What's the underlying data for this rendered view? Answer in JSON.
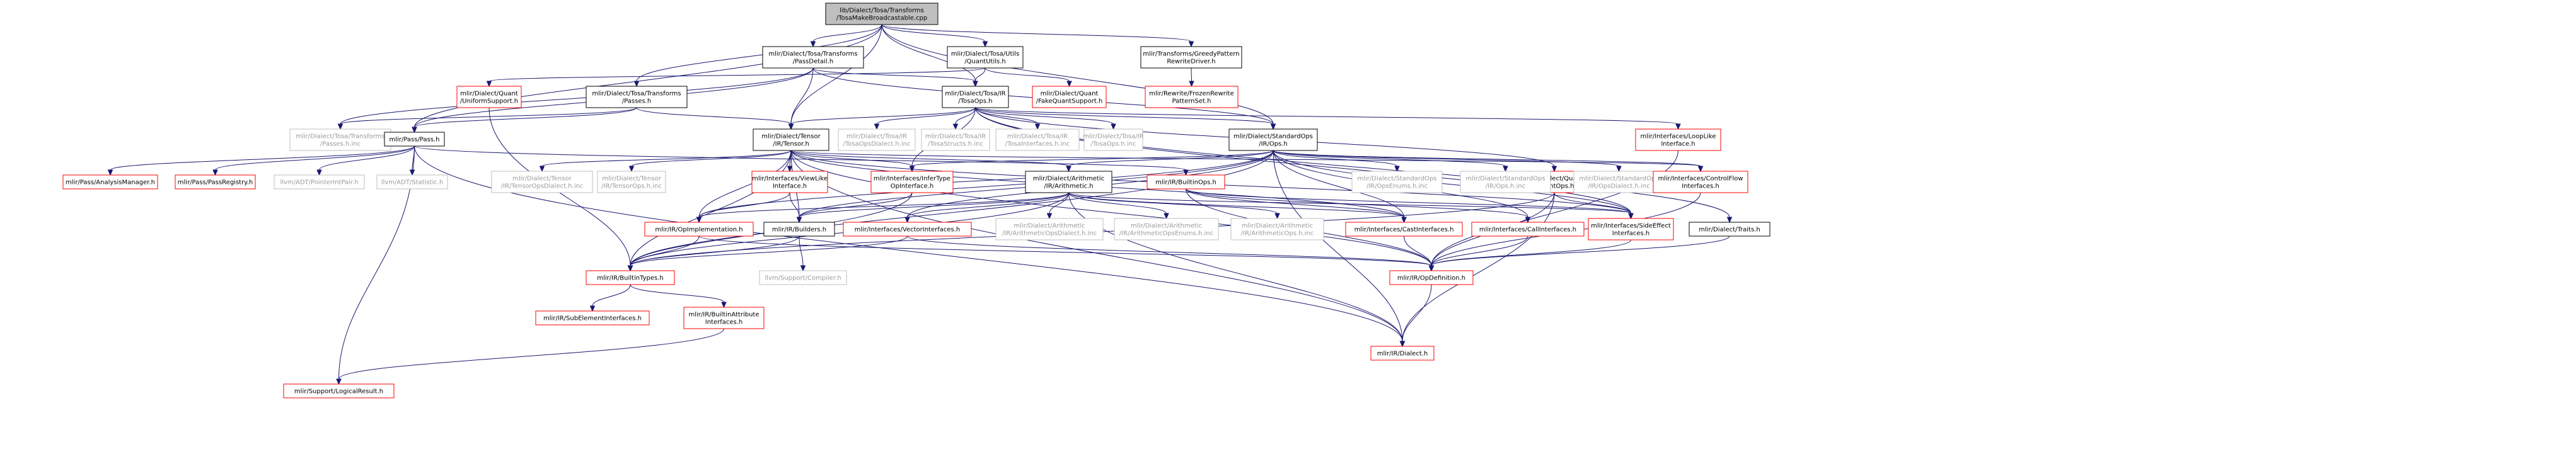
{
  "colors": {
    "edge": "#191970",
    "root_fill": "#bfbfbf",
    "black_border": "#000000",
    "red_border": "#ff0000",
    "gray_border": "#bfbfbf",
    "gray_text": "#9a9a9a",
    "text": "#000000"
  },
  "nodes": [
    {
      "id": "root",
      "lines": [
        "lib/Dialect/Tosa/Transforms",
        "/TosaMakeBroadcastable.cpp"
      ],
      "style": "root"
    },
    {
      "id": "tosa_passdetail",
      "lines": [
        "mlir/Dialect/Tosa/Transforms",
        "/PassDetail.h"
      ],
      "style": "black"
    },
    {
      "id": "tosa_quantutils",
      "lines": [
        "mlir/Dialect/Tosa/Utils",
        "/QuantUtils.h"
      ],
      "style": "black"
    },
    {
      "id": "greedy_rewrite",
      "lines": [
        "mlir/Transforms/GreedyPattern",
        "RewriteDriver.h"
      ],
      "style": "black"
    },
    {
      "id": "quant_uniform",
      "lines": [
        "mlir/Dialect/Quant",
        "/UniformSupport.h"
      ],
      "style": "red"
    },
    {
      "id": "tosa_passes",
      "lines": [
        "mlir/Dialect/Tosa/Transforms",
        "/Passes.h"
      ],
      "style": "black"
    },
    {
      "id": "tosa_ops",
      "lines": [
        "mlir/Dialect/Tosa/IR",
        "/TosaOps.h"
      ],
      "style": "black"
    },
    {
      "id": "quant_fake",
      "lines": [
        "mlir/Dialect/Quant",
        "/FakeQuantSupport.h"
      ],
      "style": "red"
    },
    {
      "id": "frozen_rewrite",
      "lines": [
        "mlir/Rewrite/FrozenRewrite",
        "PatternSet.h"
      ],
      "style": "red"
    },
    {
      "id": "tosa_passes_inc",
      "lines": [
        "mlir/Dialect/Tosa/Transforms",
        "/Passes.h.inc"
      ],
      "style": "gray"
    },
    {
      "id": "pass_pass",
      "lines": [
        "mlir/Pass/Pass.h"
      ],
      "style": "black"
    },
    {
      "id": "tensor_ir",
      "lines": [
        "mlir/Dialect/Tensor",
        "/IR/Tensor.h"
      ],
      "style": "black"
    },
    {
      "id": "tosa_opsdialect_inc",
      "lines": [
        "mlir/Dialect/Tosa/IR",
        "/TosaOpsDialect.h.inc"
      ],
      "style": "gray"
    },
    {
      "id": "tosa_structs_inc",
      "lines": [
        "mlir/Dialect/Tosa/IR",
        "/TosaStructs.h.inc"
      ],
      "style": "gray"
    },
    {
      "id": "tosa_interfaces_inc",
      "lines": [
        "mlir/Dialect/Tosa/IR",
        "/TosaInterfaces.h.inc"
      ],
      "style": "gray"
    },
    {
      "id": "tosa_ops_inc",
      "lines": [
        "mlir/Dialect/Tosa/IR",
        "/TosaOps.h.inc"
      ],
      "style": "gray"
    },
    {
      "id": "std_ops",
      "lines": [
        "mlir/Dialect/StandardOps",
        "/IR/Ops.h"
      ],
      "style": "black"
    },
    {
      "id": "quant_ops",
      "lines": [
        "mlir/Dialect/Quant",
        "/QuantOps.h"
      ],
      "style": "red"
    },
    {
      "id": "loop_like",
      "lines": [
        "mlir/Interfaces/LoopLike",
        "Interface.h"
      ],
      "style": "red"
    },
    {
      "id": "analysis_manager",
      "lines": [
        "mlir/Pass/AnalysisManager.h"
      ],
      "style": "red"
    },
    {
      "id": "pass_registry",
      "lines": [
        "mlir/Pass/PassRegistry.h"
      ],
      "style": "red"
    },
    {
      "id": "pointer_int_pair",
      "lines": [
        "llvm/ADT/PointerIntPair.h"
      ],
      "style": "gray"
    },
    {
      "id": "adt_statistic",
      "lines": [
        "llvm/ADT/Statistic.h"
      ],
      "style": "gray"
    },
    {
      "id": "tensor_opsdialect_inc",
      "lines": [
        "mlir/Dialect/Tensor",
        "/IR/TensorOpsDialect.h.inc"
      ],
      "style": "gray"
    },
    {
      "id": "tensor_ops_inc",
      "lines": [
        "mlir/Dialect/Tensor",
        "/IR/TensorOps.h.inc"
      ],
      "style": "gray"
    },
    {
      "id": "view_like",
      "lines": [
        "mlir/Interfaces/ViewLike",
        "Interface.h"
      ],
      "style": "red"
    },
    {
      "id": "infer_type",
      "lines": [
        "mlir/Interfaces/InferType",
        "OpInterface.h"
      ],
      "style": "red"
    },
    {
      "id": "arith",
      "lines": [
        "mlir/Dialect/Arithmetic",
        "/IR/Arithmetic.h"
      ],
      "style": "black"
    },
    {
      "id": "builtin_ops",
      "lines": [
        "mlir/IR/BuiltinOps.h"
      ],
      "style": "red"
    },
    {
      "id": "std_opsenums_inc",
      "lines": [
        "mlir/Dialect/StandardOps",
        "/IR/OpsEnums.h.inc"
      ],
      "style": "gray"
    },
    {
      "id": "std_ops_inc",
      "lines": [
        "mlir/Dialect/StandardOps",
        "/IR/Ops.h.inc"
      ],
      "style": "gray"
    },
    {
      "id": "std_opsdialect_inc",
      "lines": [
        "mlir/Dialect/StandardOps",
        "/IR/OpsDialect.h.inc"
      ],
      "style": "gray"
    },
    {
      "id": "control_flow",
      "lines": [
        "mlir/Interfaces/ControlFlow",
        "Interfaces.h"
      ],
      "style": "red"
    },
    {
      "id": "side_effect",
      "lines": [
        "mlir/Interfaces/SideEffect",
        "Interfaces.h"
      ],
      "style": "red"
    },
    {
      "id": "dialect_traits",
      "lines": [
        "mlir/Dialect/Traits.h"
      ],
      "style": "black"
    },
    {
      "id": "op_implementation",
      "lines": [
        "mlir/IR/OpImplementation.h"
      ],
      "style": "red"
    },
    {
      "id": "ir_builders",
      "lines": [
        "mlir/IR/Builders.h"
      ],
      "style": "black"
    },
    {
      "id": "vector_interfaces",
      "lines": [
        "mlir/Interfaces/VectorInterfaces.h"
      ],
      "style": "red"
    },
    {
      "id": "arith_opsdialect_inc",
      "lines": [
        "mlir/Dialect/Arithmetic",
        "/IR/ArithmeticOpsDialect.h.inc"
      ],
      "style": "gray"
    },
    {
      "id": "arith_opsenums_inc",
      "lines": [
        "mlir/Dialect/Arithmetic",
        "/IR/ArithmeticOpsEnums.h.inc"
      ],
      "style": "gray"
    },
    {
      "id": "arith_ops_inc",
      "lines": [
        "mlir/Dialect/Arithmetic",
        "/IR/ArithmeticOps.h.inc"
      ],
      "style": "gray"
    },
    {
      "id": "cast_interfaces",
      "lines": [
        "mlir/Interfaces/CastInterfaces.h"
      ],
      "style": "red"
    },
    {
      "id": "call_interfaces",
      "lines": [
        "mlir/Interfaces/CallInterfaces.h"
      ],
      "style": "red"
    },
    {
      "id": "builtin_types",
      "lines": [
        "mlir/IR/BuiltinTypes.h"
      ],
      "style": "red"
    },
    {
      "id": "llvm_compiler",
      "lines": [
        "llvm/Support/Compiler.h"
      ],
      "style": "gray"
    },
    {
      "id": "op_definition",
      "lines": [
        "mlir/IR/OpDefinition.h"
      ],
      "style": "red"
    },
    {
      "id": "subelement_interfaces",
      "lines": [
        "mlir/IR/SubElementInterfaces.h"
      ],
      "style": "red"
    },
    {
      "id": "builtin_attr_interfaces",
      "lines": [
        "mlir/IR/BuiltinAttribute",
        "Interfaces.h"
      ],
      "style": "red"
    },
    {
      "id": "ir_dialect",
      "lines": [
        "mlir/IR/Dialect.h"
      ],
      "style": "red"
    },
    {
      "id": "logical_result",
      "lines": [
        "mlir/Support/LogicalResult.h"
      ],
      "style": "red"
    }
  ],
  "edges": [
    [
      "root",
      "tosa_passdetail"
    ],
    [
      "root",
      "tosa_quantutils"
    ],
    [
      "root",
      "greedy_rewrite"
    ],
    [
      "root",
      "tosa_passes"
    ],
    [
      "root",
      "tosa_ops"
    ],
    [
      "root",
      "pass_pass"
    ],
    [
      "root",
      "tensor_ir"
    ],
    [
      "root",
      "std_ops"
    ],
    [
      "tosa_passdetail",
      "tosa_ops"
    ],
    [
      "tosa_passdetail",
      "pass_pass"
    ],
    [
      "tosa_passdetail",
      "tensor_ir"
    ],
    [
      "tosa_passdetail",
      "tosa_passes_inc"
    ],
    [
      "tosa_passdetail",
      "std_ops"
    ],
    [
      "tosa_quantutils",
      "tosa_ops"
    ],
    [
      "tosa_quantutils",
      "quant_uniform"
    ],
    [
      "tosa_quantutils",
      "quant_fake"
    ],
    [
      "greedy_rewrite",
      "frozen_rewrite"
    ],
    [
      "quant_uniform",
      "builtin_types"
    ],
    [
      "tosa_passes",
      "pass_pass"
    ],
    [
      "tosa_passes",
      "tensor_ir"
    ],
    [
      "tosa_passes",
      "tosa_passes_inc"
    ],
    [
      "tosa_ops",
      "tensor_ir"
    ],
    [
      "tosa_ops",
      "tosa_opsdialect_inc"
    ],
    [
      "tosa_ops",
      "tosa_structs_inc"
    ],
    [
      "tosa_ops",
      "tosa_interfaces_inc"
    ],
    [
      "tosa_ops",
      "tosa_ops_inc"
    ],
    [
      "tosa_ops",
      "std_ops"
    ],
    [
      "tosa_ops",
      "quant_ops"
    ],
    [
      "tosa_ops",
      "loop_like"
    ],
    [
      "tosa_ops",
      "dialect_traits"
    ],
    [
      "tosa_ops",
      "infer_type"
    ],
    [
      "tosa_ops",
      "side_effect"
    ],
    [
      "pass_pass",
      "analysis_manager"
    ],
    [
      "pass_pass",
      "pass_registry"
    ],
    [
      "pass_pass",
      "pointer_int_pair"
    ],
    [
      "pass_pass",
      "adt_statistic"
    ],
    [
      "pass_pass",
      "builtin_ops"
    ],
    [
      "pass_pass",
      "ir_dialect"
    ],
    [
      "pass_pass",
      "logical_result"
    ],
    [
      "tensor_ir",
      "tensor_opsdialect_inc"
    ],
    [
      "tensor_ir",
      "tensor_ops_inc"
    ],
    [
      "tensor_ir",
      "view_like"
    ],
    [
      "tensor_ir",
      "infer_type"
    ],
    [
      "tensor_ir",
      "arith"
    ],
    [
      "tensor_ir",
      "op_implementation"
    ],
    [
      "tensor_ir",
      "ir_builders"
    ],
    [
      "tensor_ir",
      "cast_interfaces"
    ],
    [
      "tensor_ir",
      "control_flow"
    ],
    [
      "tensor_ir",
      "side_effect"
    ],
    [
      "tensor_ir",
      "builtin_types"
    ],
    [
      "tensor_ir",
      "ir_dialect"
    ],
    [
      "tensor_ir",
      "op_definition"
    ],
    [
      "std_ops",
      "std_opsenums_inc"
    ],
    [
      "std_ops",
      "std_ops_inc"
    ],
    [
      "std_ops",
      "std_opsdialect_inc"
    ],
    [
      "std_ops",
      "control_flow"
    ],
    [
      "std_ops",
      "side_effect"
    ],
    [
      "std_ops",
      "call_interfaces"
    ],
    [
      "std_ops",
      "cast_interfaces"
    ],
    [
      "std_ops",
      "arith"
    ],
    [
      "std_ops",
      "infer_type"
    ],
    [
      "std_ops",
      "vector_interfaces"
    ],
    [
      "std_ops",
      "op_implementation"
    ],
    [
      "std_ops",
      "ir_builders"
    ],
    [
      "std_ops",
      "builtin_types"
    ],
    [
      "std_ops",
      "ir_dialect"
    ],
    [
      "quant_ops",
      "side_effect"
    ],
    [
      "quant_ops",
      "op_definition"
    ],
    [
      "quant_ops",
      "builtin_types"
    ],
    [
      "quant_ops",
      "ir_dialect"
    ],
    [
      "loop_like",
      "op_definition"
    ],
    [
      "view_like",
      "op_implementation"
    ],
    [
      "view_like",
      "ir_builders"
    ],
    [
      "infer_type",
      "ir_builders"
    ],
    [
      "infer_type",
      "builtin_types"
    ],
    [
      "arith",
      "arith_opsdialect_inc"
    ],
    [
      "arith",
      "arith_opsenums_inc"
    ],
    [
      "arith",
      "arith_ops_inc"
    ],
    [
      "arith",
      "cast_interfaces"
    ],
    [
      "arith",
      "side_effect"
    ],
    [
      "arith",
      "vector_interfaces"
    ],
    [
      "arith",
      "infer_type"
    ],
    [
      "arith",
      "op_implementation"
    ],
    [
      "arith",
      "ir_builders"
    ],
    [
      "arith",
      "builtin_types"
    ],
    [
      "arith",
      "ir_dialect"
    ],
    [
      "builtin_ops",
      "cast_interfaces"
    ],
    [
      "builtin_ops",
      "call_interfaces"
    ],
    [
      "builtin_ops",
      "side_effect"
    ],
    [
      "builtin_ops",
      "op_definition"
    ],
    [
      "control_flow",
      "op_definition"
    ],
    [
      "side_effect",
      "op_definition"
    ],
    [
      "dialect_traits",
      "op_definition"
    ],
    [
      "op_implementation",
      "builtin_types"
    ],
    [
      "op_implementation",
      "op_definition"
    ],
    [
      "ir_builders",
      "builtin_types"
    ],
    [
      "ir_builders",
      "llvm_compiler"
    ],
    [
      "vector_interfaces",
      "op_definition"
    ],
    [
      "vector_interfaces",
      "builtin_types"
    ],
    [
      "cast_interfaces",
      "op_definition"
    ],
    [
      "call_interfaces",
      "op_definition"
    ],
    [
      "builtin_types",
      "subelement_interfaces"
    ],
    [
      "builtin_types",
      "builtin_attr_interfaces"
    ],
    [
      "builtin_attr_interfaces",
      "logical_result"
    ],
    [
      "op_definition",
      "ir_dialect"
    ]
  ]
}
